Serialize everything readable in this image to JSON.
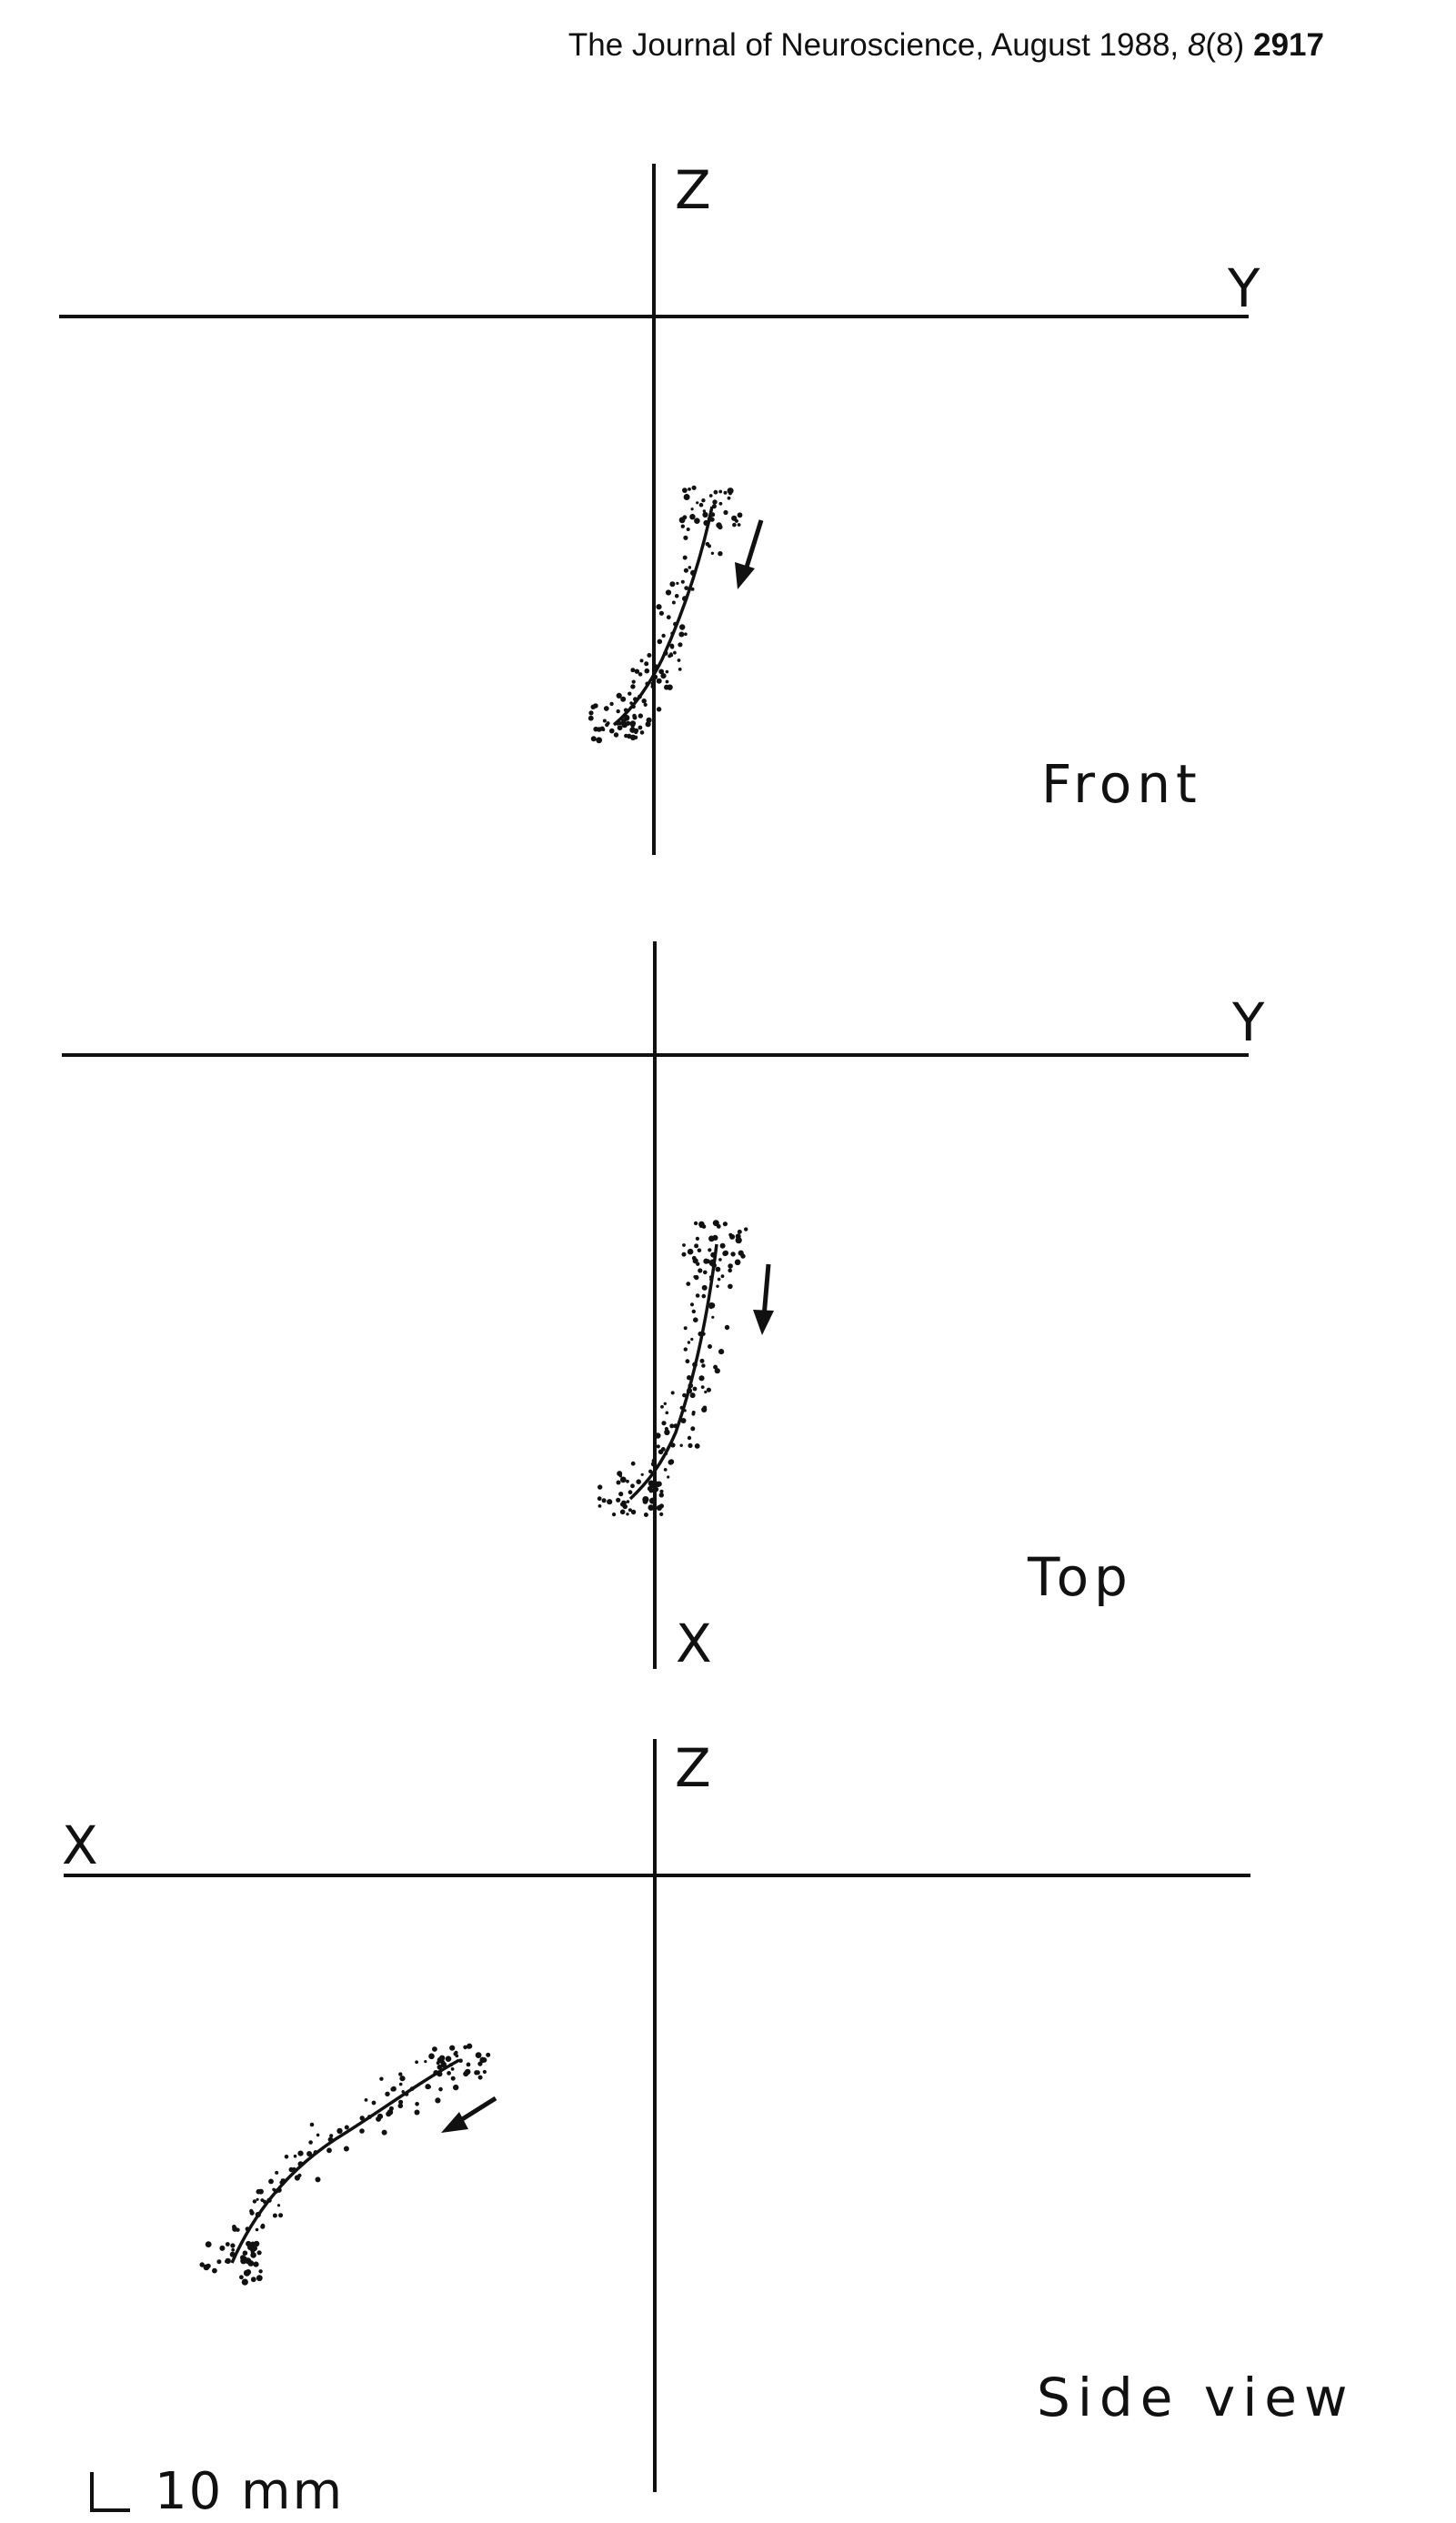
{
  "header": {
    "journal": "The Journal of Neuroscience, August 1988, ",
    "volume": "8",
    "issue": "(8)",
    "page": "2917"
  },
  "panels": [
    {
      "id": "front",
      "label": "Front",
      "horizontal_axis": "Y",
      "vertical_axis_top": "Z",
      "vertical_axis_bottom": ""
    },
    {
      "id": "top",
      "label": "Top",
      "horizontal_axis": "Y",
      "vertical_axis_top": "",
      "vertical_axis_bottom": "X"
    },
    {
      "id": "side",
      "label": "Side view",
      "horizontal_axis": "X",
      "vertical_axis_top": "Z",
      "vertical_axis_bottom": ""
    }
  ],
  "scale_bar": {
    "label": "10 mm"
  },
  "colors": {
    "ink": "#111111",
    "paper": "#ffffff"
  }
}
